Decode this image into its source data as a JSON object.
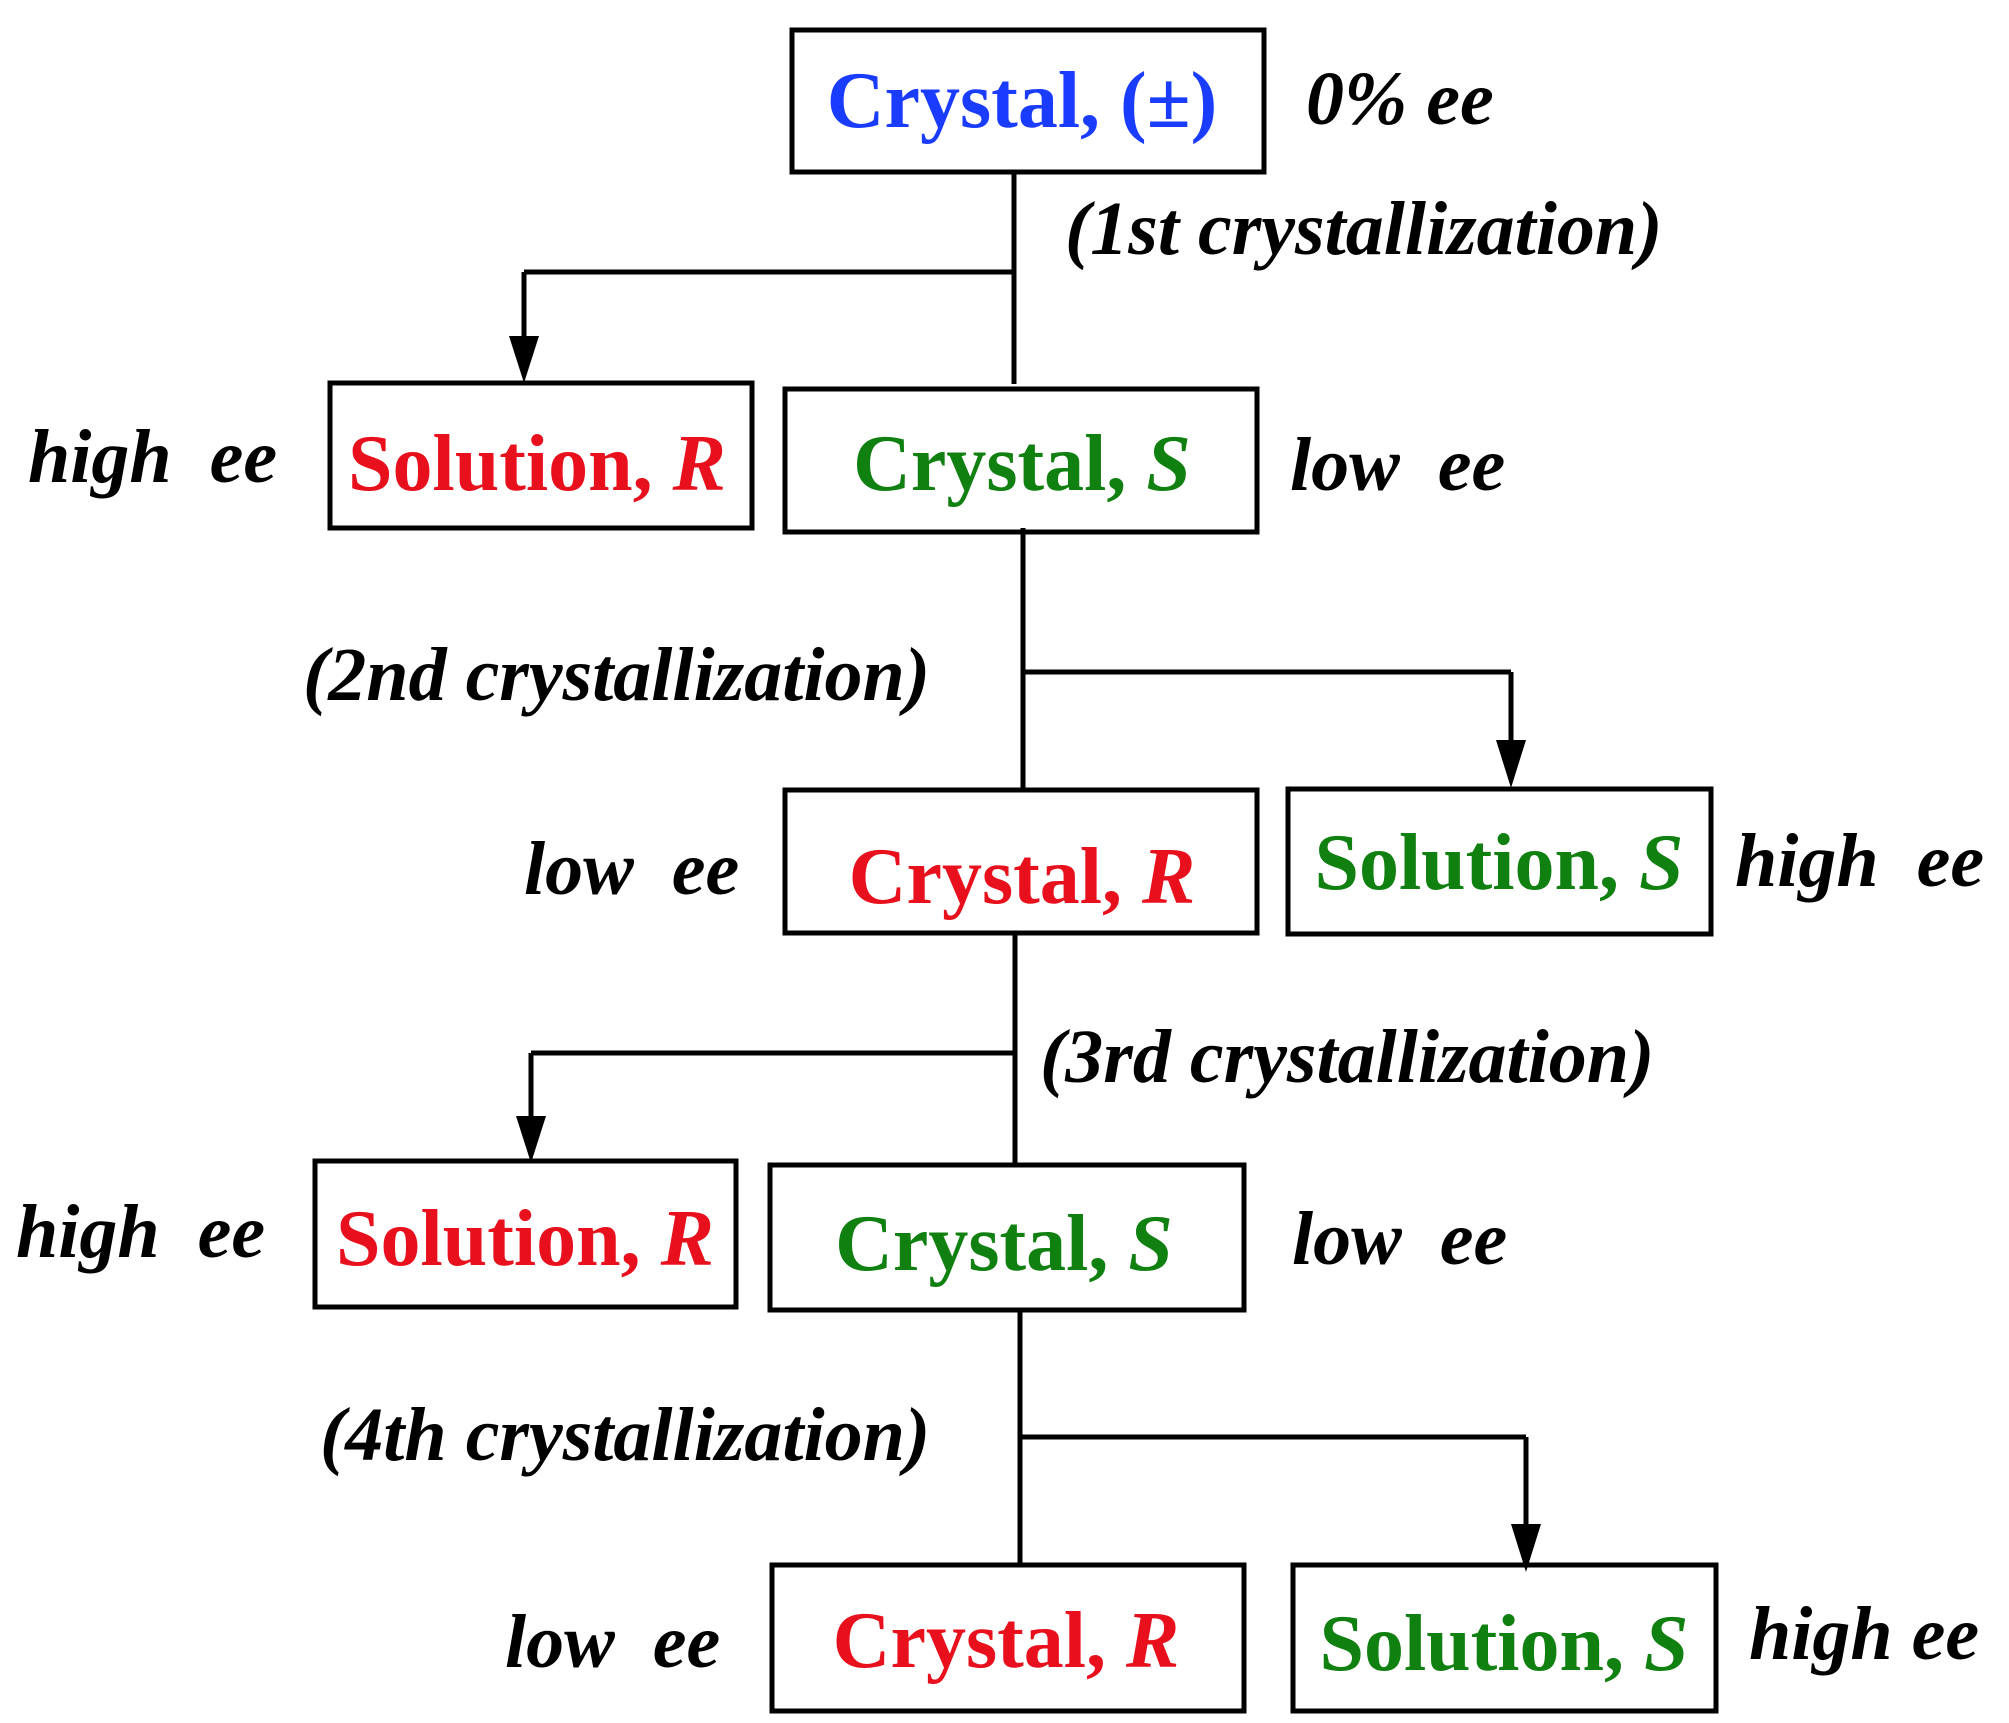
{
  "colors": {
    "blue": "#1a3cff",
    "red": "#e8101c",
    "green": "#108010",
    "black": "#000000"
  },
  "boxes": {
    "top": {
      "word": "Crystal,",
      "config": "(±)",
      "color": "blue",
      "ee": "0% ee"
    },
    "s1_sol": {
      "word": "Solution,",
      "config": "R",
      "color": "red",
      "ee": "high  ee"
    },
    "s1_cry": {
      "word": "Crystal,",
      "config": "S",
      "color": "green",
      "ee": "low  ee"
    },
    "s2_cry": {
      "word": "Crystal,",
      "config": "R",
      "color": "red",
      "ee": "low  ee"
    },
    "s2_sol": {
      "word": "Solution,",
      "config": "S",
      "color": "green",
      "ee": "high  ee"
    },
    "s3_sol": {
      "word": "Solution,",
      "config": "R",
      "color": "red",
      "ee": "high  ee"
    },
    "s3_cry": {
      "word": "Crystal,",
      "config": "S",
      "color": "green",
      "ee": "low  ee"
    },
    "s4_cry": {
      "word": "Crystal,",
      "config": "R",
      "color": "red",
      "ee": "low  ee"
    },
    "s4_sol": {
      "word": "Solution,",
      "config": "S",
      "color": "green",
      "ee": "high ee"
    }
  },
  "steps": {
    "step1": "(1st crystallization)",
    "step2": "(2nd crystallization)",
    "step3": "(3rd crystallization)",
    "step4": "(4th crystallization)"
  }
}
